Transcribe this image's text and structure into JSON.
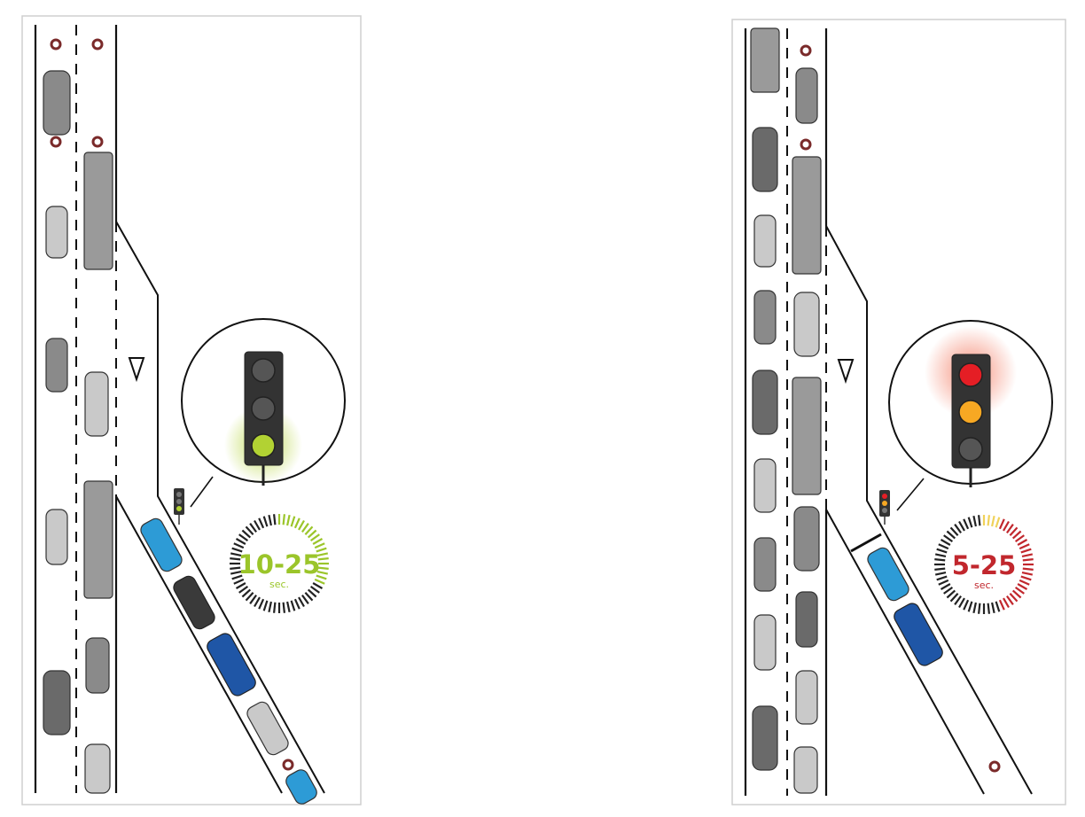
{
  "panels": [
    {
      "id": "left",
      "signal_state": "green",
      "active_colors": {
        "bottom": "#b2d233"
      },
      "glow_color": "#b2d233",
      "timer": {
        "value": "10-25",
        "unit": "sec.",
        "color": "#9bc52a",
        "fraction": 0.33
      }
    },
    {
      "id": "right",
      "signal_state": "red-amber",
      "active_colors": {
        "top": "#e51e25",
        "middle": "#f7a823"
      },
      "glow_color": "#f26a4e",
      "timer": {
        "value": "5-25",
        "unit": "sec.",
        "color": "#c1272d",
        "fraction": 0.45
      }
    }
  ],
  "colors": {
    "road_line": "#111111",
    "car_gray": "#8a8a8a",
    "car_light": "#c9c9c9",
    "car_dark": "#4a4a4a",
    "car_blue": "#2d9bd6",
    "car_navy": "#1f56a6",
    "truck": "#9a9a9a",
    "tick_inactive": "#222222",
    "lamp_off": "#555555"
  }
}
